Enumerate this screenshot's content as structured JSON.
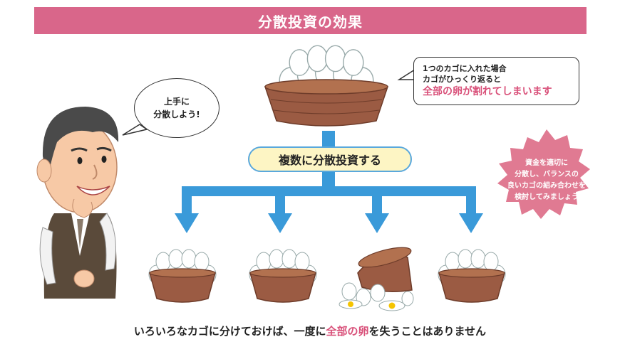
{
  "banner": {
    "title": "分散投資の効果"
  },
  "speech_left": {
    "line1": "上手に",
    "line2": "分散しよう!"
  },
  "speech_right": {
    "line1": "1つのカゴに入れた場合",
    "line2": "カゴがひっくり返ると",
    "line3": "全部の卵が割れてしまいます"
  },
  "center_pill": {
    "label": "複数に分散投資する"
  },
  "star_note": {
    "line1": "資金を適切に",
    "line2": "分散し、バランスの",
    "line3": "良いカゴの組み合わせを",
    "line4": "検討してみましょう"
  },
  "footer": {
    "before": "いろいろなカゴに分けておけば、一度に",
    "emphasis": "全部の卵",
    "after": "を失うことはありません"
  },
  "colors": {
    "banner": "#d9668a",
    "accent_text": "#d9517a",
    "arrow": "#3a9ad9",
    "basket": "#9b5b43",
    "star": "#e07a92",
    "pill_fill": "#fdf5c4"
  }
}
